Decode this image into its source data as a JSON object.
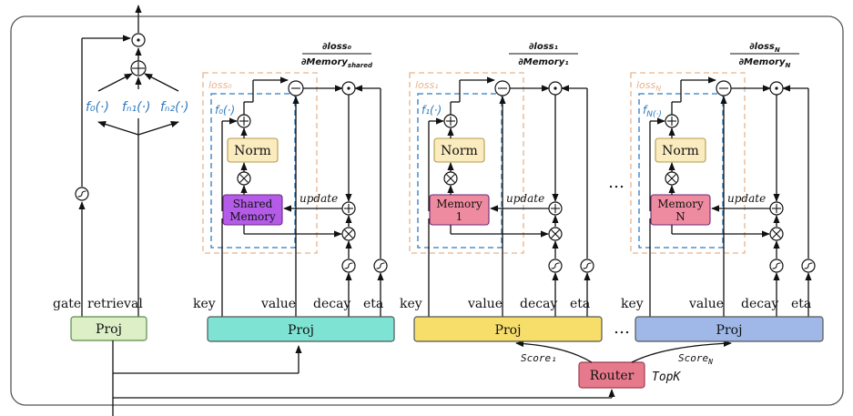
{
  "left": {
    "proj_label": "Proj",
    "gate_label": "gate",
    "retrieval_label": "retrieval",
    "f_labels": [
      "f₀(·)",
      "fₙ₁(·)",
      "fₙ₂(·)"
    ]
  },
  "blocks": [
    {
      "loss_label": "loss₀",
      "f_label": "f₀(·)",
      "memory_label_1": "Shared",
      "memory_label_2": "Memory",
      "memory_color": "#b45ce8",
      "grad_num": "∂loss₀",
      "grad_den": "∂Memory_shared",
      "proj_label": "Proj",
      "proj_color": "#7fe3d4",
      "key_label": "key",
      "value_label": "value",
      "decay_label": "decay",
      "eta_label": "eta"
    },
    {
      "loss_label": "loss₁",
      "f_label": "f₁(·)",
      "memory_label_1": "Memory",
      "memory_label_2": "1",
      "memory_color": "#ef8ba0",
      "grad_num": "∂loss₁",
      "grad_den": "∂Memory₁",
      "proj_label": "Proj",
      "proj_color": "#f7de6b",
      "key_label": "key",
      "value_label": "value",
      "decay_label": "decay",
      "eta_label": "eta"
    },
    {
      "loss_label": "loss_N",
      "f_label": "f_N(·)",
      "memory_label_1": "Memory",
      "memory_label_2": "N",
      "memory_color": "#ef8ba0",
      "grad_num": "∂loss_N",
      "grad_den": "∂Memory_N",
      "proj_label": "Proj",
      "proj_color": "#9fb8e8",
      "key_label": "key",
      "value_label": "value",
      "decay_label": "decay",
      "eta_label": "eta"
    }
  ],
  "norm_label": "Norm",
  "update_label": "update",
  "ellipsis": "…",
  "router": {
    "label": "Router",
    "topk_label": "TopK",
    "score1_label": "Score₁",
    "scoreN_label": "Score_N"
  },
  "colors": {
    "left_proj": "#dcefc7",
    "norm": "#fbecc0",
    "router": "#e67a8c",
    "loss_box": "#e8b48c",
    "f_box": "#2e7bc0"
  }
}
